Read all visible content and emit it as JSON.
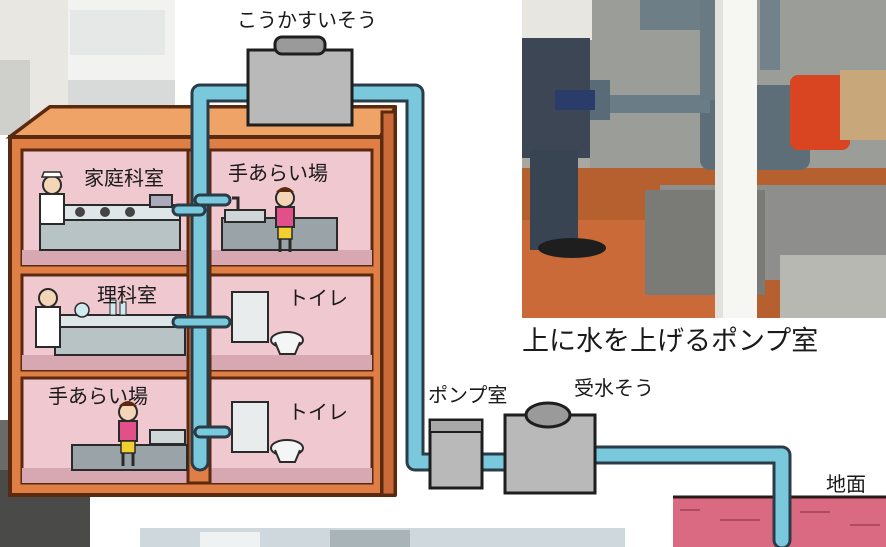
{
  "labels": {
    "elevated_tank": "こうかすいそう",
    "home_ec_room": "家庭科室",
    "handwash_upper": "手あらい場",
    "science_room": "理科室",
    "toilet_upper": "トイレ",
    "handwash_lower": "手あらい場",
    "toilet_lower": "トイレ",
    "pump_room": "ポンプ室",
    "receiving_tank": "受水そう",
    "photo_caption": "上に水を上げるポンプ室",
    "ground": "地面"
  },
  "colors": {
    "building": "#e58a50",
    "building_outline": "#5a2a10",
    "room_wall": "#f0c8d0",
    "pipe": "#79c8dc",
    "pipe_outline": "#2a3c48",
    "tank": "#b9b9b9",
    "ground": "#d96a82",
    "pump_floor": "#b85a2e",
    "pump_red": "#d84520"
  },
  "icons": [
    "water-tank-icon",
    "sink-icon",
    "toilet-icon",
    "child-figure-icon",
    "person-figure-icon",
    "pump-icon"
  ]
}
